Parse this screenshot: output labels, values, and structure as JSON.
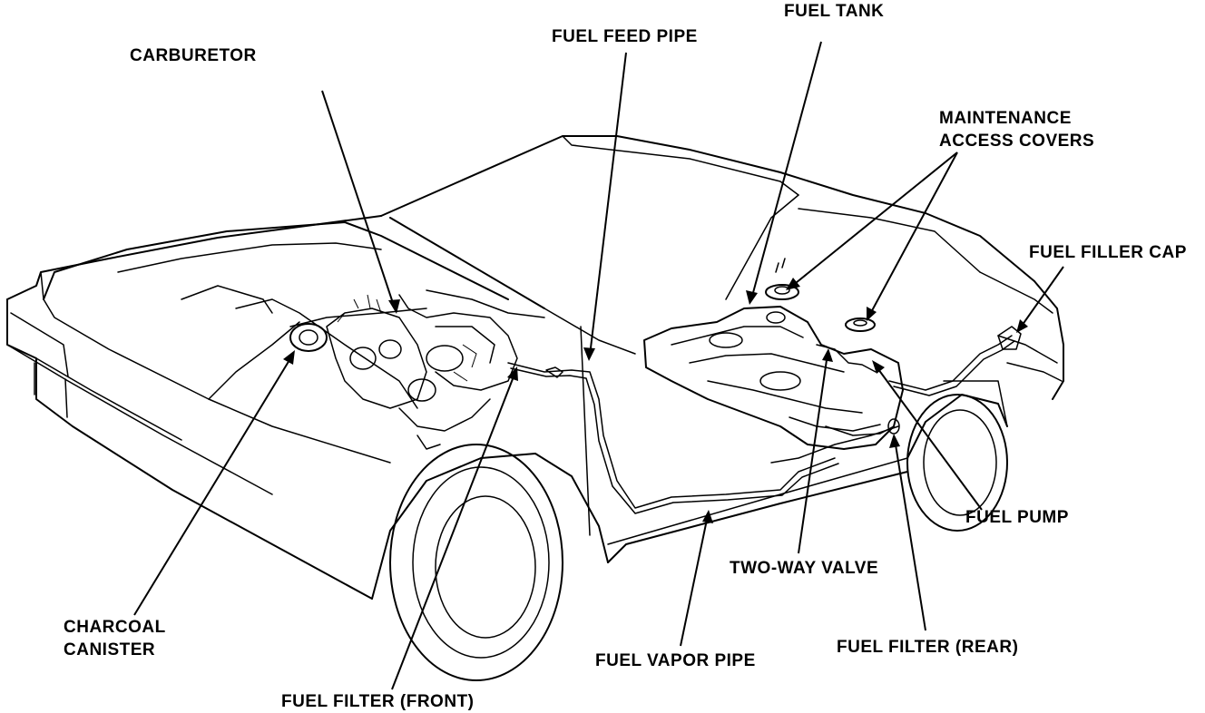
{
  "labels": {
    "carburetor": "CARBURETOR",
    "fuel_feed_pipe": "FUEL FEED PIPE",
    "fuel_tank": "FUEL TANK",
    "maintenance_line1": "MAINTENANCE",
    "maintenance_line2": "ACCESS COVERS",
    "fuel_filler_cap": "FUEL FILLER CAP",
    "fuel_pump": "FUEL PUMP",
    "two_way_valve": "TWO-WAY VALVE",
    "fuel_filter_rear": "FUEL FILTER (REAR)",
    "fuel_vapor_pipe": "FUEL VAPOR PIPE",
    "fuel_filter_front": "FUEL FILTER (FRONT)",
    "charcoal_line1": "CHARCOAL",
    "charcoal_line2": "CANISTER"
  }
}
